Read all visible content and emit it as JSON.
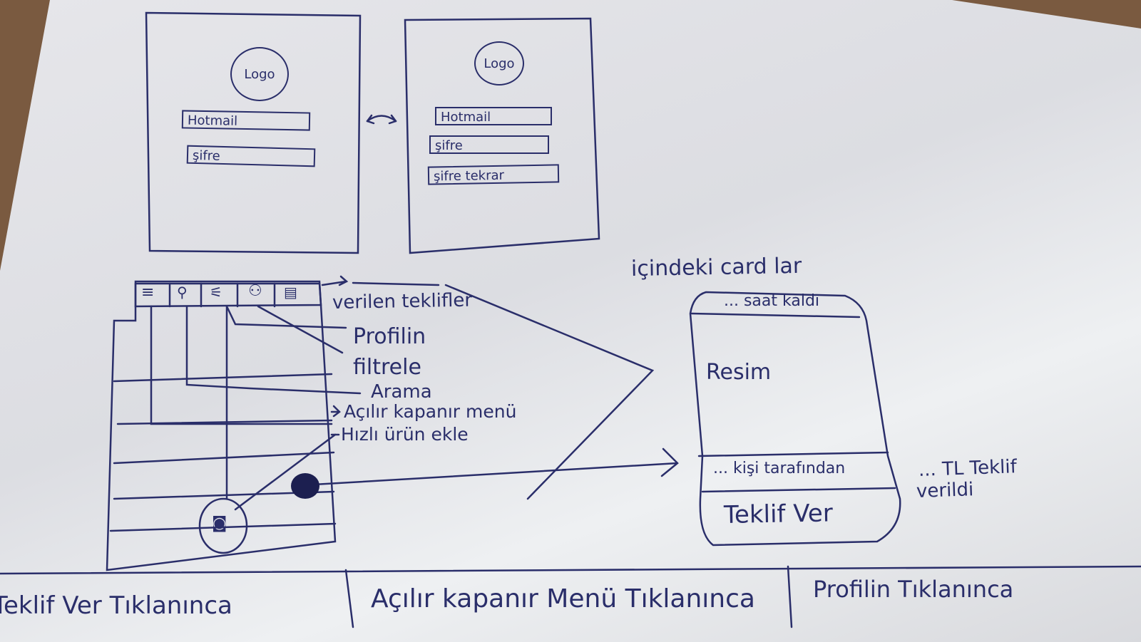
{
  "login_screen": {
    "logo": "Logo",
    "email_placeholder": "Hotmail",
    "password_placeholder": "şifre"
  },
  "register_screen": {
    "logo": "Logo",
    "email_placeholder": "Hotmail",
    "password_placeholder": "şifre",
    "password_confirm_placeholder": "şifre tekrar"
  },
  "annotations": {
    "offers": "verilen teklifler",
    "profile": "Profilin",
    "filter": "filtrele",
    "search": "Arama",
    "menu": "Açılır kapanır menü",
    "quick_add": "Hızlı ürün ekle"
  },
  "card_section": {
    "title": "içindeki card lar",
    "time_left": "... saat kaldı",
    "image": "Resim",
    "bidders": "... kişi tarafından",
    "side_note_1": "... TL Teklif",
    "side_note_2": "verildi",
    "offer_button": "Teklif Ver"
  },
  "bottom_tabs": [
    "Teklif Ver Tıklanınca",
    "Açılır kapanır Menü Tıklanınca",
    "Profilin Tıklanınca"
  ],
  "colors": {
    "ink": "#2a2e6a",
    "paper": "#e4e5e9"
  }
}
